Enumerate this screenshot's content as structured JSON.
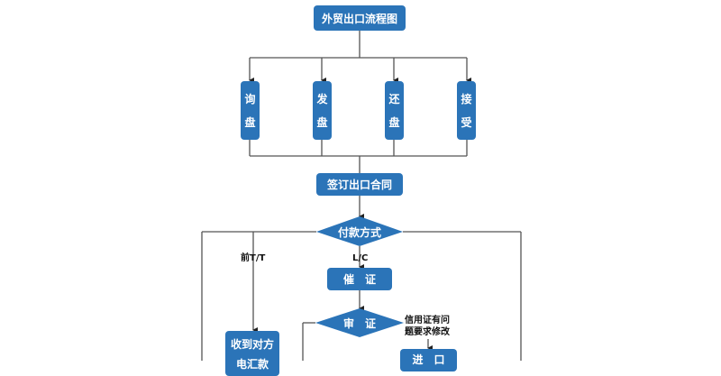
{
  "title": "外贸出口流程图",
  "stages": [
    {
      "id": "inquiry",
      "line1": "询",
      "line2": "盘"
    },
    {
      "id": "offer",
      "line1": "发",
      "line2": "盘"
    },
    {
      "id": "counter-offer",
      "line1": "还",
      "line2": "盘"
    },
    {
      "id": "acceptance",
      "line1": "接",
      "line2": "受"
    }
  ],
  "sign_contract": "签订出口合同",
  "payment_method": "付款方式",
  "branch_tt": "前T/T",
  "branch_lc": "L/C",
  "urge_lc": "催　证",
  "review_lc": "审　证",
  "lc_problem_line1": "信用证有问",
  "lc_problem_line2": "题要求修改",
  "import_box": "进　口",
  "receive_remit": "收到对方电汇款",
  "colors": {
    "node_fill": "#2b74b8",
    "line": "#555555",
    "text_on_node": "#ffffff"
  }
}
